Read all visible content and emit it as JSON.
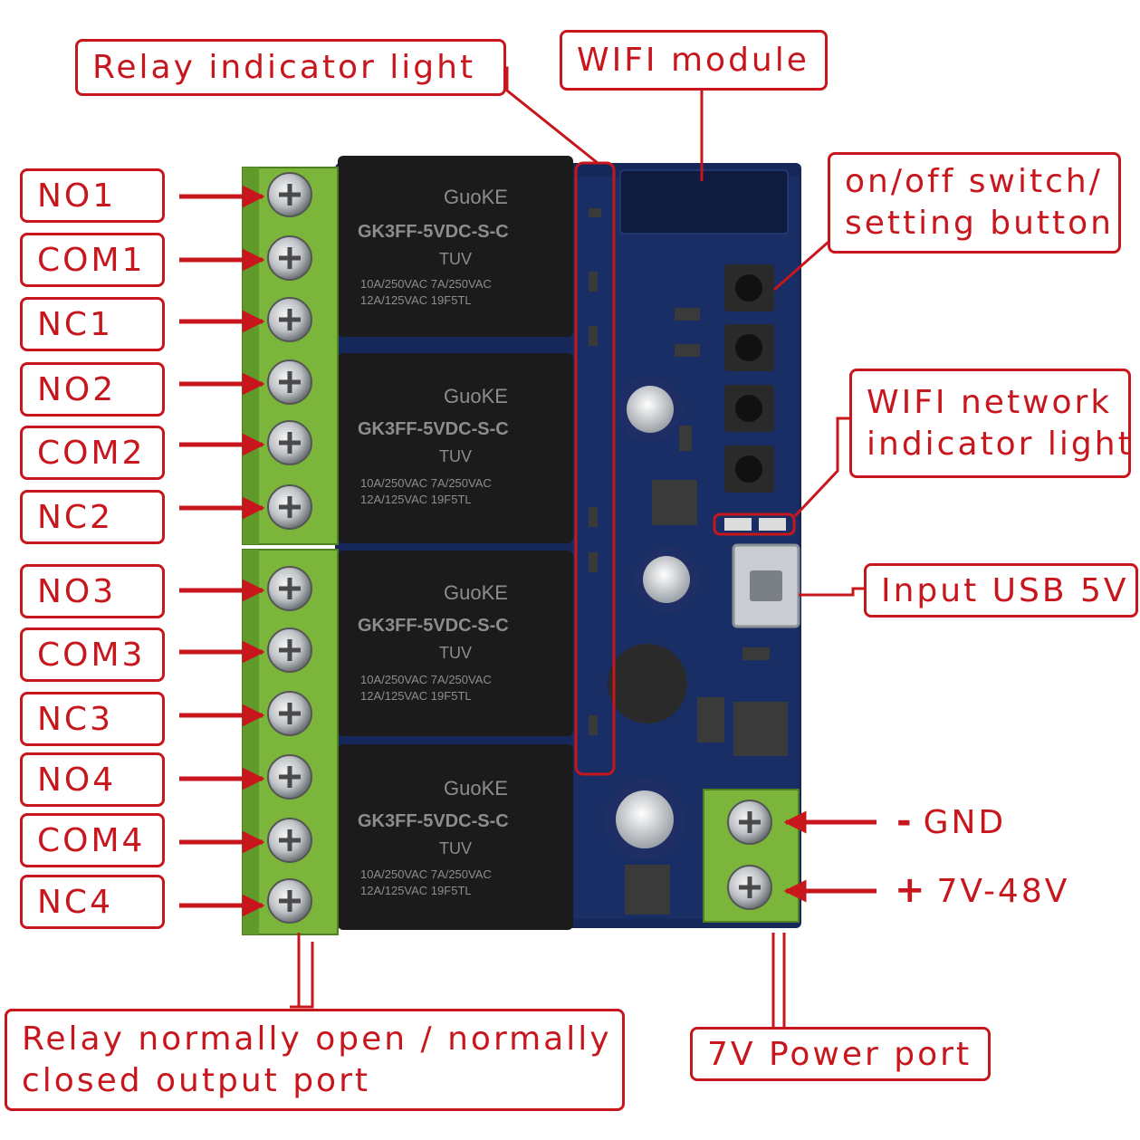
{
  "labels": {
    "relay_indicator_light": "Relay indicator light",
    "wifi_module": "WIFI module",
    "onoff_line1": "on/off switch/",
    "onoff_line2": "setting button",
    "wifi_net_line1": "WIFI network",
    "wifi_net_line2": "indicator light",
    "input_usb": "Input USB 5V",
    "output_line1": "Relay normally open / normally",
    "output_line2": "closed output port",
    "power_port": "7V Power port",
    "gnd_sign": "-",
    "gnd": "GND",
    "vin_sign": "+",
    "vin": "7V-48V"
  },
  "terminals": [
    "NO1",
    "COM1",
    "NC1",
    "NO2",
    "COM2",
    "NC2",
    "NO3",
    "COM3",
    "NC3",
    "NO4",
    "COM4",
    "NC4"
  ],
  "relay": {
    "brand": "GuoKE",
    "model": "GK3FF-5VDC-S-C",
    "cert": "TUV",
    "rating1": "10A/250VAC 7A/250VAC",
    "rating2": "12A/125VAC  19F5TL"
  },
  "colors": {
    "annotation": "#c8161d",
    "pcb": "#16285a",
    "terminal_block": "#7bb53a",
    "relay_body": "#1b1b1b"
  }
}
